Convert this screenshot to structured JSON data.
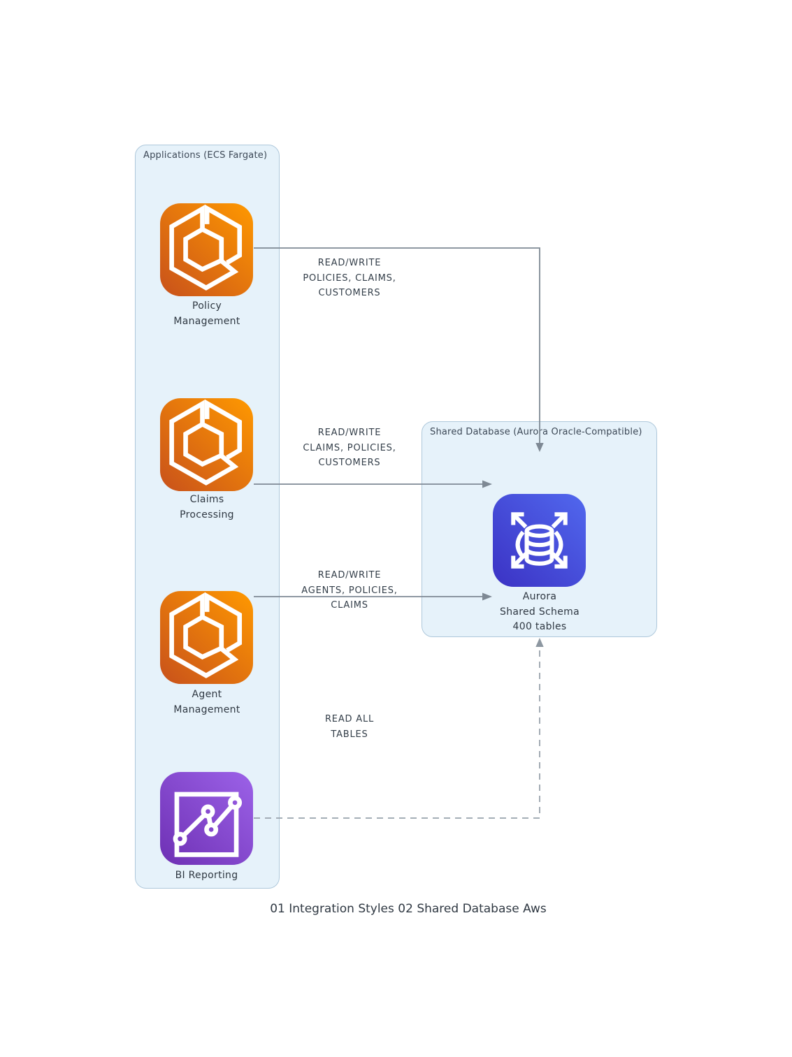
{
  "caption": "01 Integration Styles 02 Shared Database Aws",
  "groups": {
    "applications": {
      "title": "Applications (ECS Fargate)"
    },
    "database": {
      "title": "Shared Database (Aurora Oracle-Compatible)"
    }
  },
  "nodes": {
    "policy_management": {
      "line1": "Policy",
      "line2": "Management",
      "icon": "ecs-container-icon"
    },
    "claims_processing": {
      "line1": "Claims",
      "line2": "Processing",
      "icon": "ecs-container-icon"
    },
    "agent_management": {
      "line1": "Agent",
      "line2": "Management",
      "icon": "ecs-container-icon"
    },
    "bi_reporting": {
      "label": "BI Reporting",
      "icon": "line-chart-icon"
    },
    "aurora": {
      "line1": "Aurora",
      "line2": "Shared Schema",
      "line3": "400 tables",
      "icon": "aurora-database-icon"
    }
  },
  "edges": {
    "policy_to_db": {
      "label_line1": "READ/WRITE",
      "label_line2": "POLICIES, CLAIMS,",
      "label_line3": "CUSTOMERS",
      "style": "solid"
    },
    "claims_to_db": {
      "label_line1": "READ/WRITE",
      "label_line2": "CLAIMS, POLICIES,",
      "label_line3": "CUSTOMERS",
      "style": "solid"
    },
    "agent_to_db": {
      "label_line1": "READ/WRITE",
      "label_line2": "AGENTS, POLICIES,",
      "label_line3": "CLAIMS",
      "style": "solid"
    },
    "bi_to_db": {
      "label_line1": "READ ALL",
      "label_line2": "TABLES",
      "style": "dashed"
    }
  },
  "colors": {
    "container_fill": "#E6F2FA",
    "container_border": "#AEC8DB",
    "arrow_solid": "#7E8994",
    "arrow_dashed": "#98A2AC",
    "ecs_gradient_from": "#C8511B",
    "ecs_gradient_to": "#FF9900",
    "bi_gradient_from": "#6E30B4",
    "bi_gradient_to": "#9C62E8",
    "aurora_gradient_from": "#3B32C4",
    "aurora_gradient_to": "#5168EE",
    "text": "#2F3842"
  }
}
